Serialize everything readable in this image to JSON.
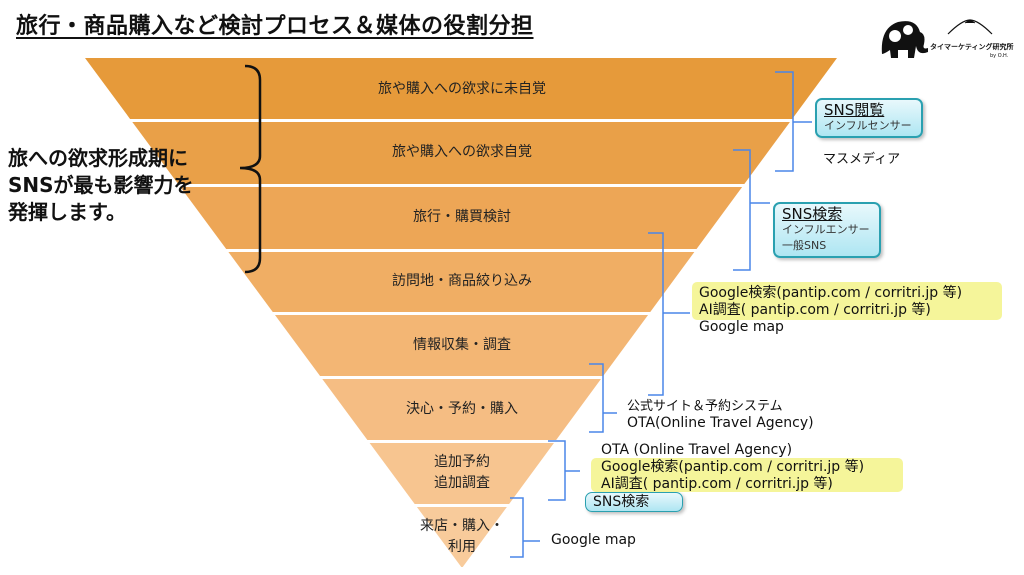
{
  "title": "旅行・商品購入など検討プロセス＆媒体の役割分担",
  "logo": {
    "text": "タイマーケティング研究所",
    "sub": "by O.H."
  },
  "side_note": [
    "旅への欲求形成期に",
    "SNSが最も影響力を",
    "発揮します。"
  ],
  "funnel": {
    "layers": [
      {
        "label": "旅や購入への欲求に未自覚",
        "color": "#E69A3A"
      },
      {
        "label": "旅や購入への欲求自覚",
        "color": "#E9A048"
      },
      {
        "label": "旅行・購買検討",
        "color": "#EDA656"
      },
      {
        "label": "訪問地・商品絞り込み",
        "color": "#F0AE64"
      },
      {
        "label": "情報収集・調査",
        "color": "#F3B674"
      },
      {
        "label": "決心・予約・購入",
        "color": "#F5BD83"
      },
      {
        "label": "追加予約\n追加調査",
        "lines": [
          "追加予約",
          "追加調査"
        ],
        "color": "#F7C590"
      },
      {
        "label": "来店・購入・利用",
        "lines": [
          "来店・購入・",
          "利用"
        ],
        "color": "#F8CB9B"
      }
    ]
  },
  "media": {
    "sns_view": {
      "main": "SNS閲覧",
      "sub": "インフルセンサー"
    },
    "mass_media": "マスメディア",
    "sns_search": {
      "main": "SNS検索",
      "sub1": "インフルエンサー",
      "sub2": "一般SNS"
    },
    "research": [
      "Google検索(pantip.com / corritri.jp 等)",
      "AI調査( pantip.com / corritri.jp 等)",
      "Google map"
    ],
    "booking": [
      "公式サイト＆予約システム",
      "OTA(Online Travel Agency)"
    ],
    "additional": [
      "OTA (Online Travel Agency)",
      "Google検索(pantip.com / corritri.jp 等)",
      "AI調査( pantip.com / corritri.jp 等)"
    ],
    "additional_sns": "SNS検索",
    "visit": "Google map"
  },
  "colors": {
    "bracket": "#4A86E8"
  }
}
